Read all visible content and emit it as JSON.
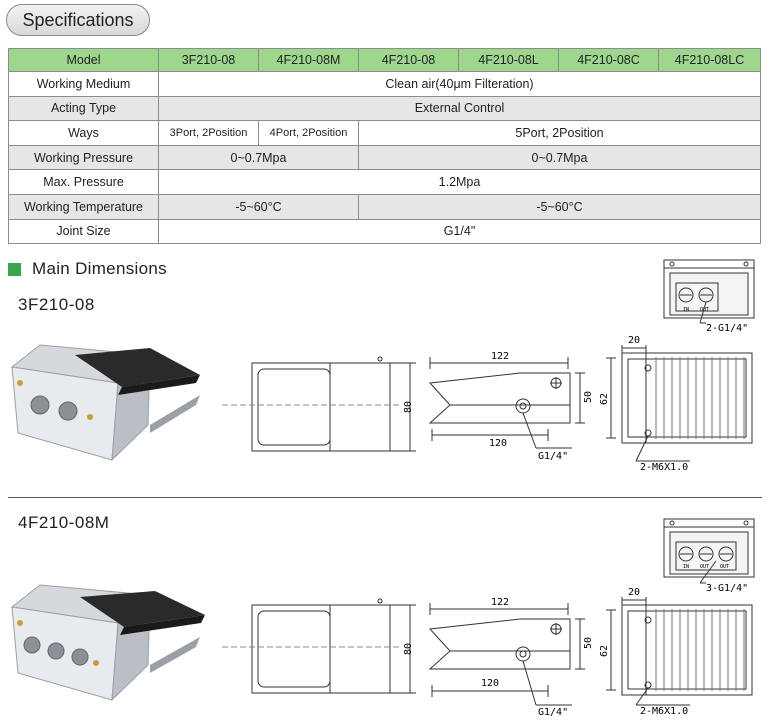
{
  "spec_header": "Specifications",
  "table": {
    "model_label": "Model",
    "models": [
      "3F210-08",
      "4F210-08M",
      "4F210-08",
      "4F210-08L",
      "4F210-08C",
      "4F210-08LC"
    ],
    "working_medium_label": "Working Medium",
    "working_medium": "Clean air(40μm Filteration)",
    "acting_type_label": "Acting Type",
    "acting_type": "External Control",
    "ways_label": "Ways",
    "ways_1": "3Port, 2Position",
    "ways_2": "4Port, 2Position",
    "ways_3": "5Port, 2Position",
    "working_pressure_label": "Working Pressure",
    "working_pressure_1": "0~0.7Mpa",
    "working_pressure_2": "0~0.7Mpa",
    "max_pressure_label": "Max. Pressure",
    "max_pressure": "1.2Mpa",
    "working_temperature_label": "Working Temperature",
    "working_temperature_1": "-5~60°C",
    "working_temperature_2": "-5~60°C",
    "joint_size_label": "Joint Size",
    "joint_size": "G1/4\""
  },
  "main_dimensions": "Main Dimensions",
  "section_1": {
    "model": "3F210-08",
    "dim_height": "80",
    "dim_length_top": "122",
    "dim_length_bottom": "120",
    "dim_50": "50",
    "dim_62": "62",
    "dim_20": "20",
    "port_label": "G1/4\"",
    "mount_label": "2-M6X1.0",
    "ports_label": "2-G1/4\"",
    "port_marks": [
      "IN",
      "OUT"
    ]
  },
  "section_2": {
    "model": "4F210-08M",
    "dim_height": "80",
    "dim_length_top": "122",
    "dim_length_bottom": "120",
    "dim_50": "50",
    "dim_62": "62",
    "dim_20": "20",
    "port_label": "G1/4\"",
    "mount_label": "2-M6X1.0",
    "ports_label": "3-G1/4\"",
    "port_marks": [
      "IN",
      "OUT",
      "OUT"
    ]
  }
}
